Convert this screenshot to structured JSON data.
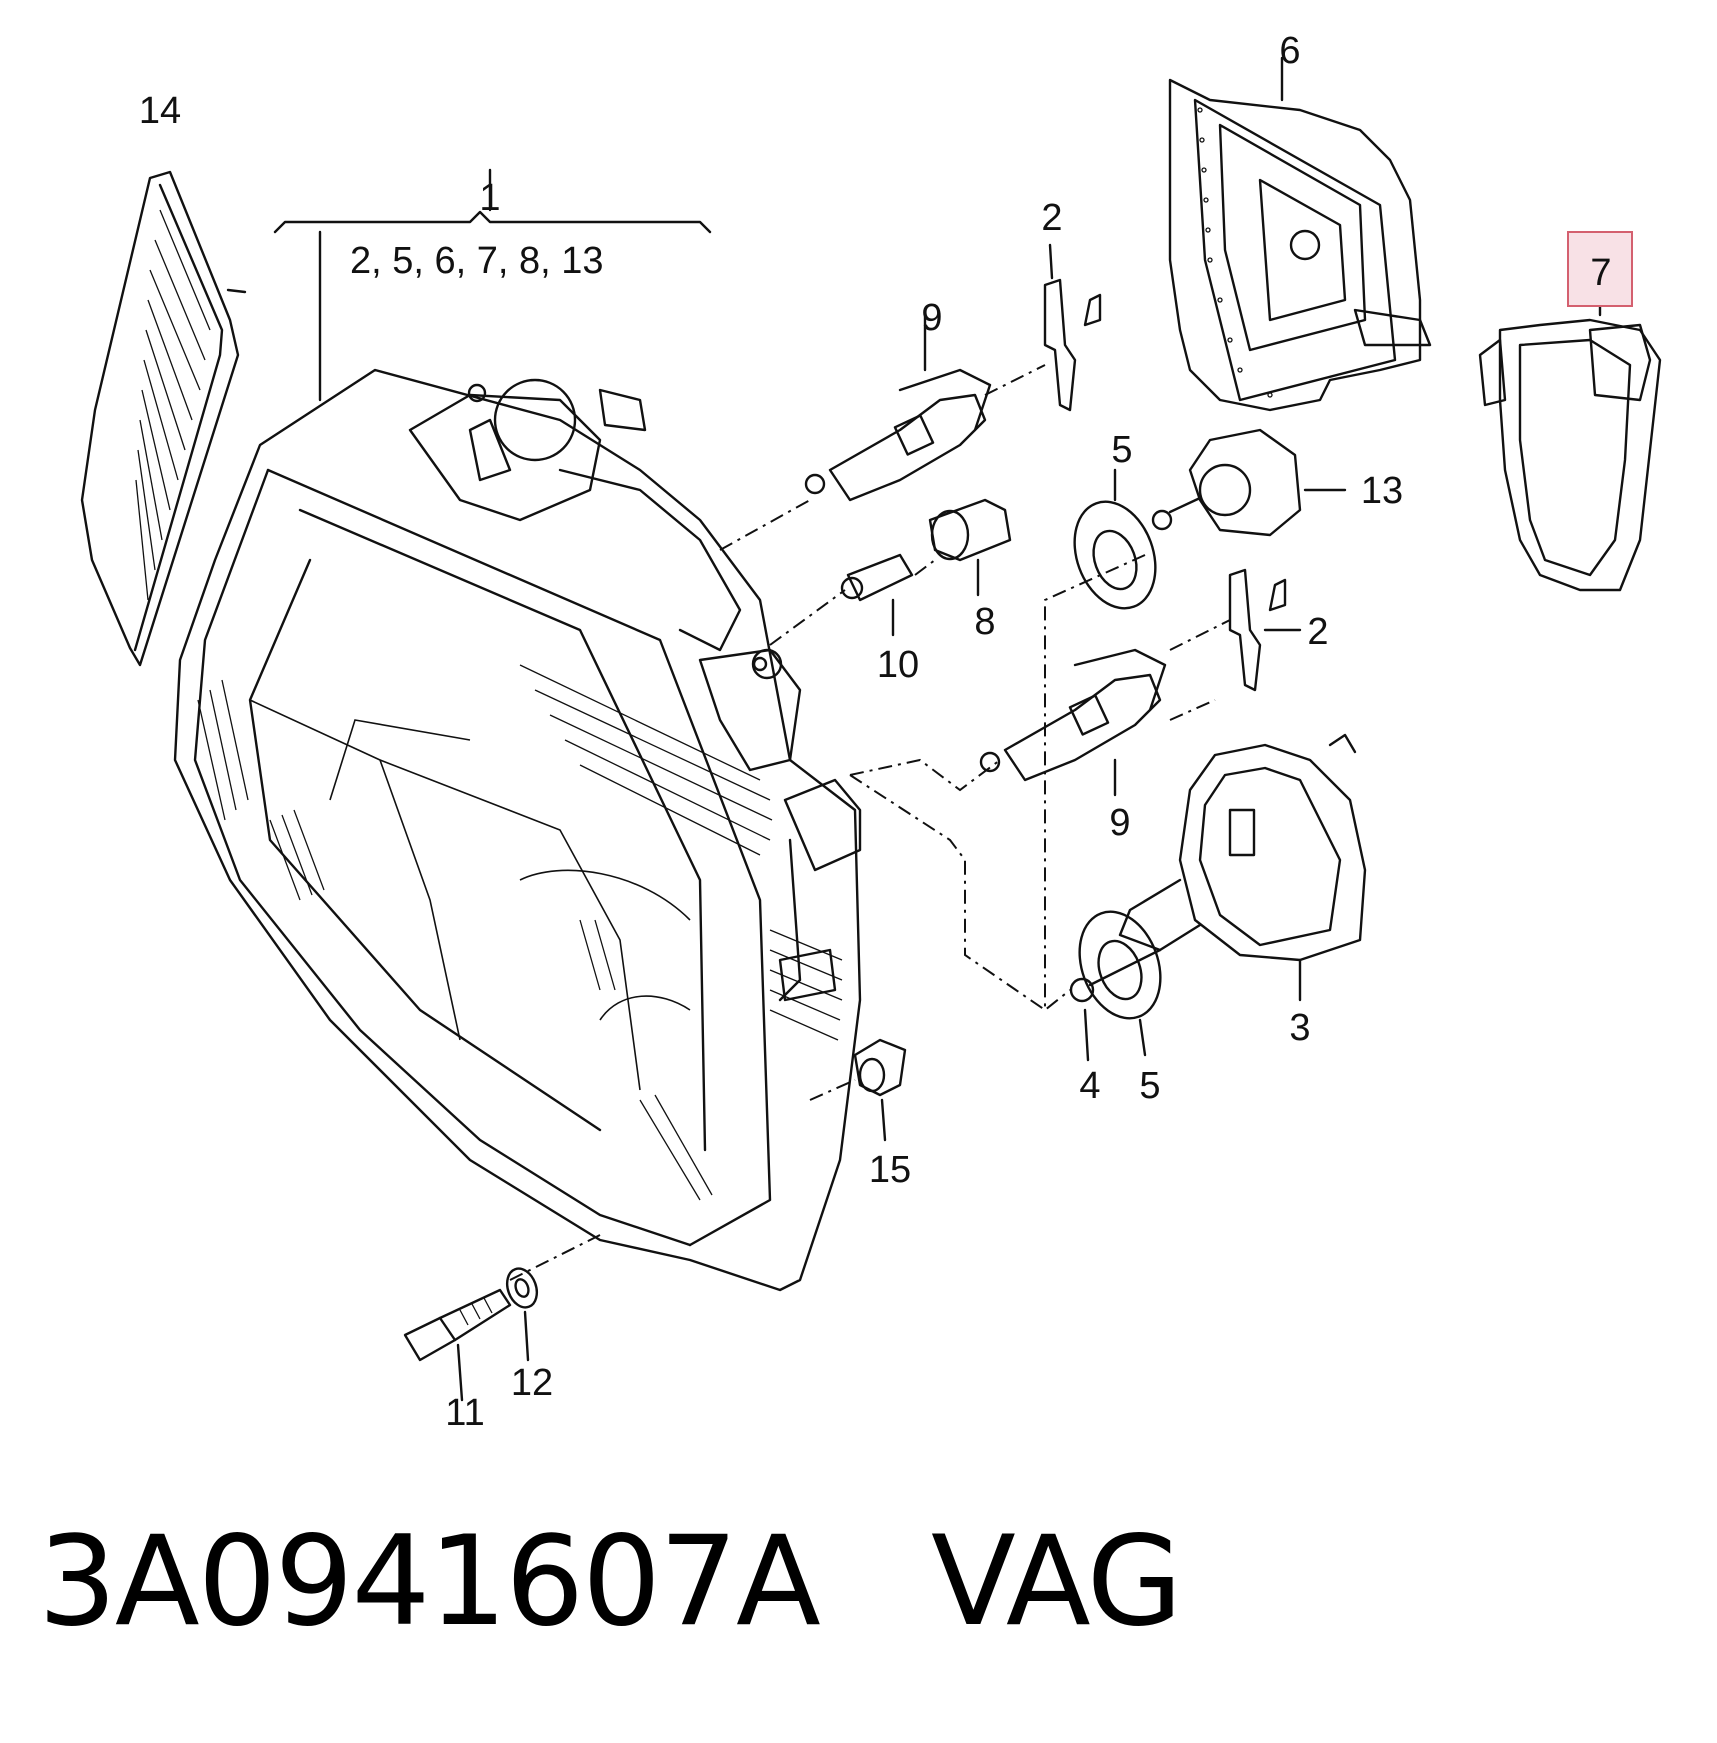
{
  "callouts": {
    "c1": "1",
    "c2a": "2",
    "c2b": "2",
    "c3": "3",
    "c4": "4",
    "c5a": "5",
    "c5b": "5",
    "c6": "6",
    "c7": "7",
    "c8": "8",
    "c9a": "9",
    "c9b": "9",
    "c10": "10",
    "c11": "11",
    "c12": "12",
    "c13": "13",
    "c14": "14",
    "c15": "15"
  },
  "group_label": "2,  5,  6,  7,   8,  13",
  "highlighted_callout": "7",
  "highlight_color": "#f8e1e6",
  "part_code": "3A0941607A   VAG"
}
